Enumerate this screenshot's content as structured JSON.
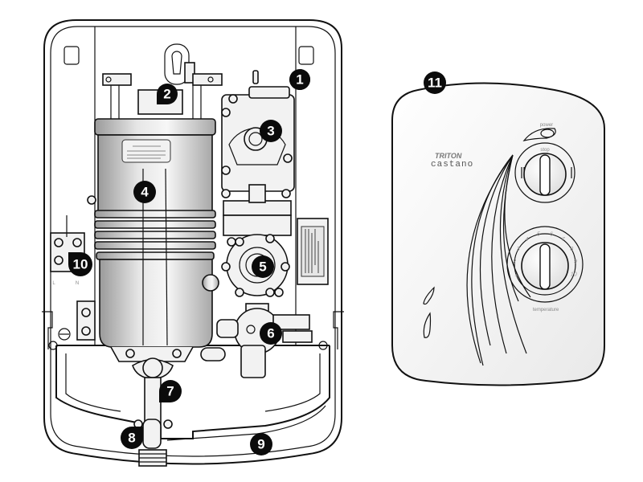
{
  "diagram": {
    "subject": "Electric shower unit – internal components and front cover",
    "callouts": [
      {
        "number": "1",
        "part": "component-1"
      },
      {
        "number": "2",
        "part": "component-2"
      },
      {
        "number": "3",
        "part": "component-3"
      },
      {
        "number": "4",
        "part": "component-4"
      },
      {
        "number": "5",
        "part": "component-5"
      },
      {
        "number": "6",
        "part": "component-6"
      },
      {
        "number": "7",
        "part": "component-7"
      },
      {
        "number": "8",
        "part": "component-8"
      },
      {
        "number": "9",
        "part": "component-9"
      },
      {
        "number": "10",
        "part": "component-10"
      },
      {
        "number": "11",
        "part": "component-11"
      }
    ],
    "terminal_labels": {
      "left": "L",
      "right": "N"
    },
    "cover": {
      "brand": "TRITON",
      "model": "castano",
      "power_label": "power",
      "stop_label": "stop",
      "temperature_label": "temperature",
      "temperature_scale": [
        "1",
        "2",
        "3",
        "4",
        "5",
        "6",
        "7",
        "8",
        "9",
        "10"
      ]
    }
  }
}
